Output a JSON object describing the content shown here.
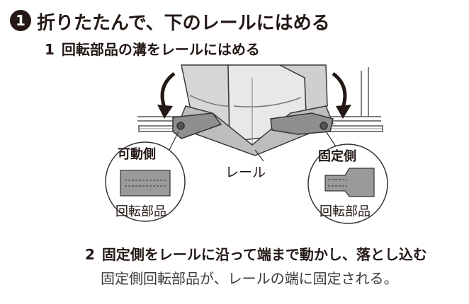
{
  "step": {
    "number": "1",
    "title": "折りたたんで、下のレールにはめる"
  },
  "sub1": {
    "number": "1",
    "text": "回転部品の溝をレールにはめる"
  },
  "figure": {
    "left_callout_title": "可動側",
    "left_callout_caption": "回転部品",
    "rail_label": "レール",
    "right_callout_title": "固定側",
    "right_callout_caption": "回転部品"
  },
  "sub2": {
    "number": "2",
    "text": "固定側をレールに沿って端まで動かし、落とし込む"
  },
  "note": "固定側回転部品が、レールの端に固定される。"
}
